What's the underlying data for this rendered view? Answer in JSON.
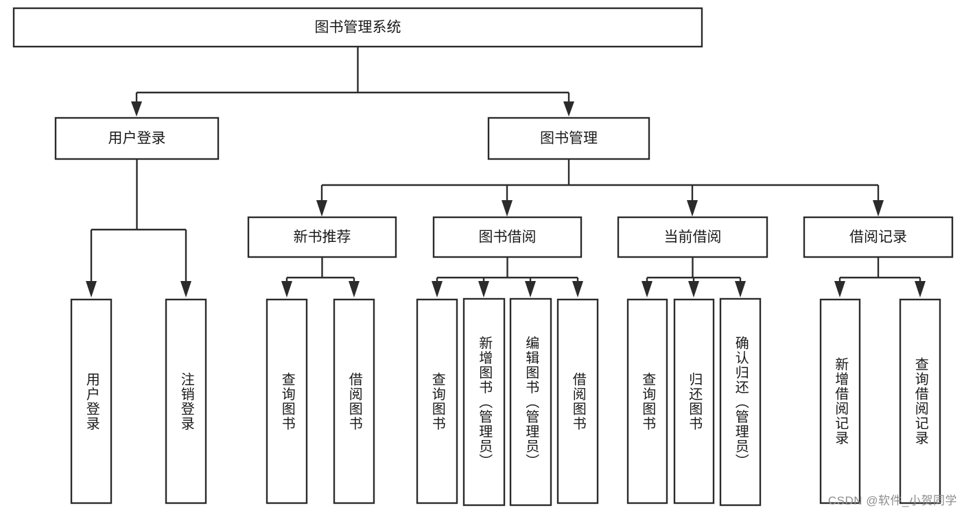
{
  "diagram": {
    "type": "tree",
    "title": "图书管理系统",
    "watermark": "CSDN @软件_小贺同学",
    "colors": {
      "background": "#ffffff",
      "stroke": "#2b2b2b",
      "box_fill": "#ffffff",
      "text": "#1a1a1a",
      "watermark": "#8d8d8d"
    },
    "root": {
      "label": "图书管理系统",
      "orientation": "horizontal"
    },
    "level1": [
      {
        "label": "用户登录",
        "orientation": "horizontal"
      },
      {
        "label": "图书管理",
        "orientation": "horizontal"
      }
    ],
    "level2": [
      {
        "label": "新书推荐",
        "orientation": "horizontal",
        "parent": "图书管理"
      },
      {
        "label": "图书借阅",
        "orientation": "horizontal",
        "parent": "图书管理"
      },
      {
        "label": "当前借阅",
        "orientation": "horizontal",
        "parent": "图书管理"
      },
      {
        "label": "借阅记录",
        "orientation": "horizontal",
        "parent": "图书管理"
      }
    ],
    "leaves": [
      {
        "label": "用户登录",
        "orientation": "vertical",
        "parent": "用户登录"
      },
      {
        "label": "注销登录",
        "orientation": "vertical",
        "parent": "用户登录"
      },
      {
        "label": "查询图书",
        "orientation": "vertical",
        "parent": "新书推荐"
      },
      {
        "label": "借阅图书",
        "orientation": "vertical",
        "parent": "新书推荐"
      },
      {
        "label": "查询图书",
        "orientation": "vertical",
        "parent": "图书借阅"
      },
      {
        "label": "新增图书（管理员）",
        "orientation": "vertical",
        "parent": "图书借阅"
      },
      {
        "label": "编辑图书（管理员）",
        "orientation": "vertical",
        "parent": "图书借阅"
      },
      {
        "label": "借阅图书",
        "orientation": "vertical",
        "parent": "图书借阅"
      },
      {
        "label": "查询图书",
        "orientation": "vertical",
        "parent": "当前借阅"
      },
      {
        "label": "归还图书",
        "orientation": "vertical",
        "parent": "当前借阅"
      },
      {
        "label": "确认归还（管理员）",
        "orientation": "vertical",
        "parent": "当前借阅"
      },
      {
        "label": "新增借阅记录",
        "orientation": "vertical",
        "parent": "借阅记录"
      },
      {
        "label": "查询借阅记录",
        "orientation": "vertical",
        "parent": "借阅记录"
      }
    ]
  }
}
